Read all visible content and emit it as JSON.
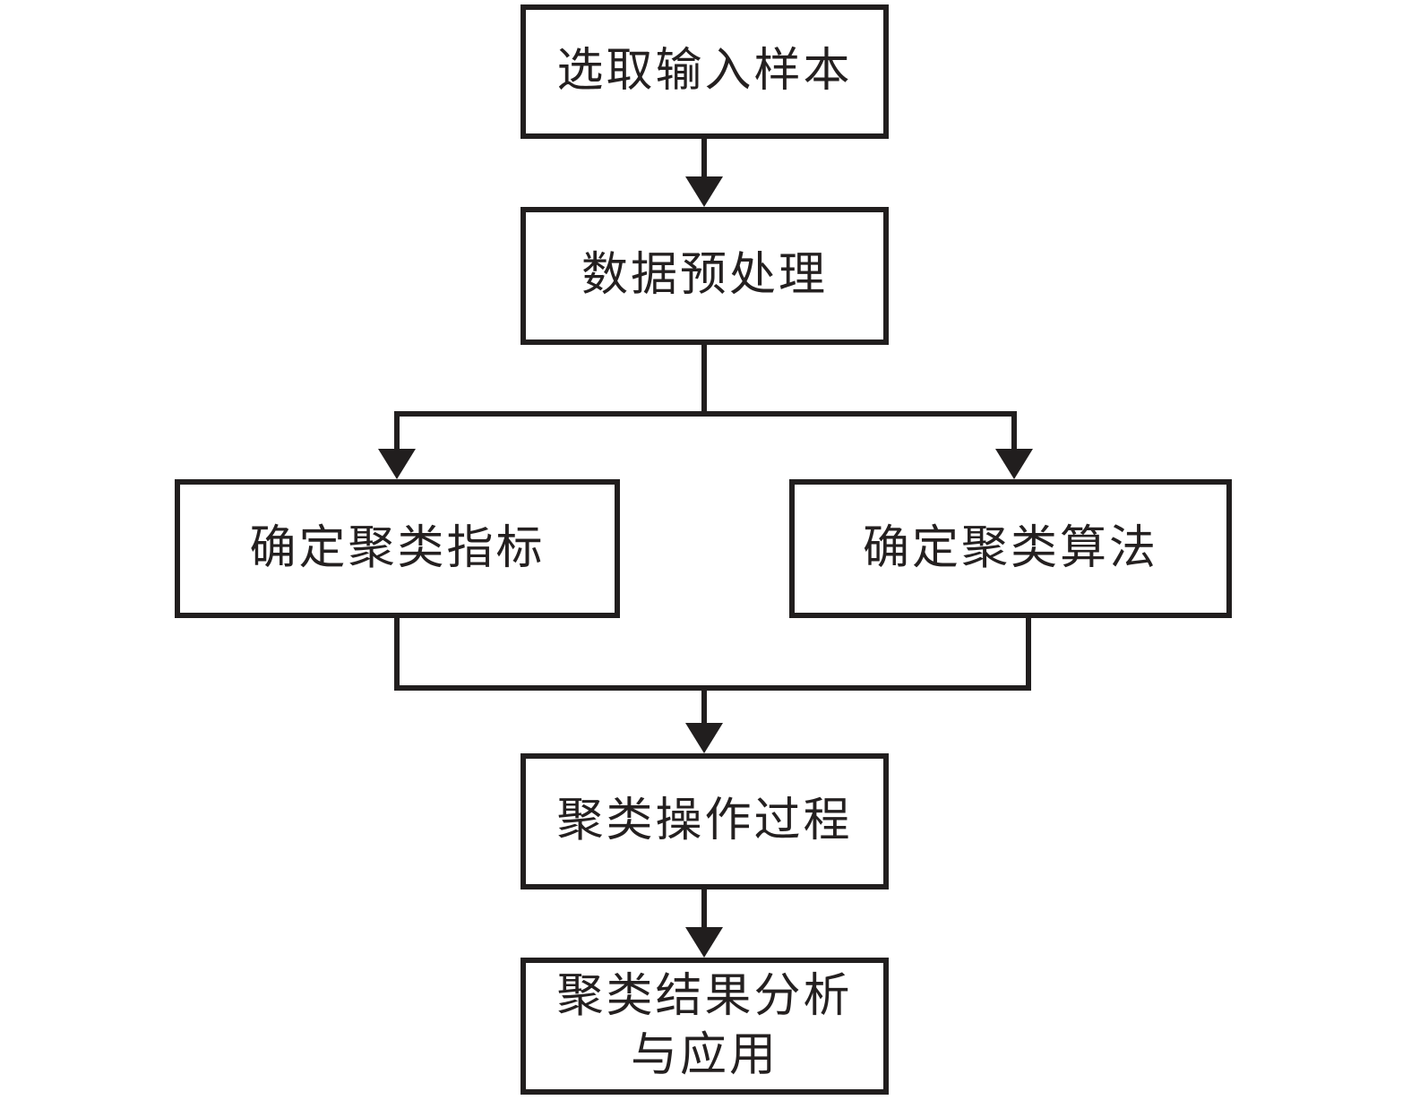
{
  "diagram": {
    "type": "flowchart",
    "background_color": "#ffffff",
    "line_color": "#211e1e",
    "nodes": [
      {
        "id": "select-input-sample",
        "label": "选取输入样本"
      },
      {
        "id": "data-preprocessing",
        "label": "数据预处理"
      },
      {
        "id": "determine-clustering-index",
        "label": "确定聚类指标"
      },
      {
        "id": "determine-clustering-algorithm",
        "label": "确定聚类算法"
      },
      {
        "id": "clustering-operation-process",
        "label": "聚类操作过程"
      },
      {
        "id": "clustering-result-analysis",
        "label": "聚类结果分析\n与应用"
      }
    ],
    "edges": [
      {
        "from": "选取输入样本",
        "to": "数据预处理"
      },
      {
        "from": "数据预处理",
        "to": "确定聚类指标"
      },
      {
        "from": "数据预处理",
        "to": "确定聚类算法"
      },
      {
        "from": "确定聚类指标",
        "to": "聚类操作过程"
      },
      {
        "from": "确定聚类算法",
        "to": "聚类操作过程"
      },
      {
        "from": "聚类操作过程",
        "to": "聚类结果分析与应用"
      }
    ]
  }
}
